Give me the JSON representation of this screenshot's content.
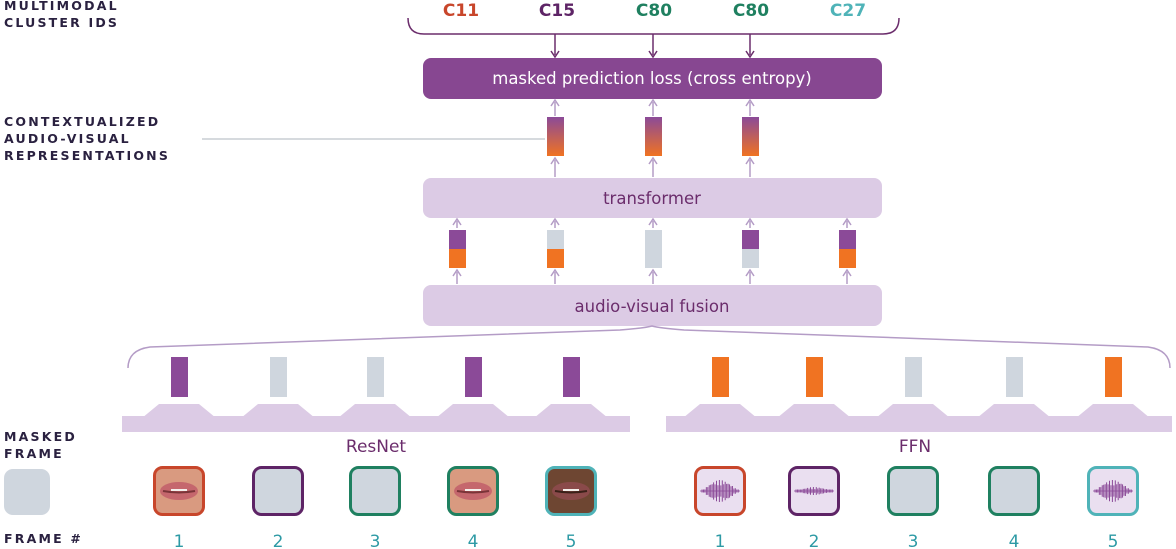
{
  "labels": {
    "cluster": [
      "MULTIMODAL",
      "CLUSTER IDS"
    ],
    "contextualized": [
      "CONTEXTUALIZED",
      "AUDIO-VISUAL",
      "REPRESENTATIONS"
    ],
    "masked_frame": [
      "MASKED",
      "FRAME"
    ],
    "frame_num": "FRAME #"
  },
  "cluster_ids": [
    {
      "text": "C11",
      "color": "#c8462b"
    },
    {
      "text": "C15",
      "color": "#5e2466"
    },
    {
      "text": "C80",
      "color": "#1f8060"
    },
    {
      "text": "C80",
      "color": "#1f8060"
    },
    {
      "text": "C27",
      "color": "#4fb3b8"
    }
  ],
  "boxes": {
    "loss": "masked prediction loss (cross entropy)",
    "transformer": "transformer",
    "fusion": "audio-visual fusion"
  },
  "encoders": {
    "visual": "ResNet",
    "audio": "FFN"
  },
  "fused_tokens": [
    {
      "top": "purple",
      "bottom": "orange"
    },
    {
      "top": "gray",
      "bottom": "orange"
    },
    {
      "top": "gray",
      "bottom": "gray"
    },
    {
      "top": "purple",
      "bottom": "gray"
    },
    {
      "top": "purple",
      "bottom": "orange"
    }
  ],
  "visual_frames": [
    {
      "frame": "1",
      "border": "#c8462b",
      "content": "lips",
      "feature": "purple"
    },
    {
      "frame": "2",
      "border": "#5e2466",
      "content": "masked",
      "feature": "gray"
    },
    {
      "frame": "3",
      "border": "#1f8060",
      "content": "masked",
      "feature": "gray"
    },
    {
      "frame": "4",
      "border": "#1f8060",
      "content": "lips",
      "feature": "purple"
    },
    {
      "frame": "5",
      "border": "#4fb3b8",
      "content": "lips-dark",
      "feature": "purple"
    }
  ],
  "audio_frames": [
    {
      "frame": "1",
      "border": "#c8462b",
      "content": "waveform",
      "feature": "orange"
    },
    {
      "frame": "2",
      "border": "#5e2466",
      "content": "waveform-small",
      "feature": "orange"
    },
    {
      "frame": "3",
      "border": "#1f8060",
      "content": "masked",
      "feature": "gray"
    },
    {
      "frame": "4",
      "border": "#1f8060",
      "content": "masked",
      "feature": "gray"
    },
    {
      "frame": "5",
      "border": "#4fb3b8",
      "content": "waveform",
      "feature": "orange"
    }
  ],
  "colors": {
    "purple": "#8b4a98",
    "orange": "#f07322",
    "gray": "#cfd6de",
    "box_light": "#dccbe5",
    "box_dark": "#874791",
    "arrow": "#b49cc6",
    "line_dark": "#6b2d6c",
    "frame_bg": "#cfd6de"
  }
}
